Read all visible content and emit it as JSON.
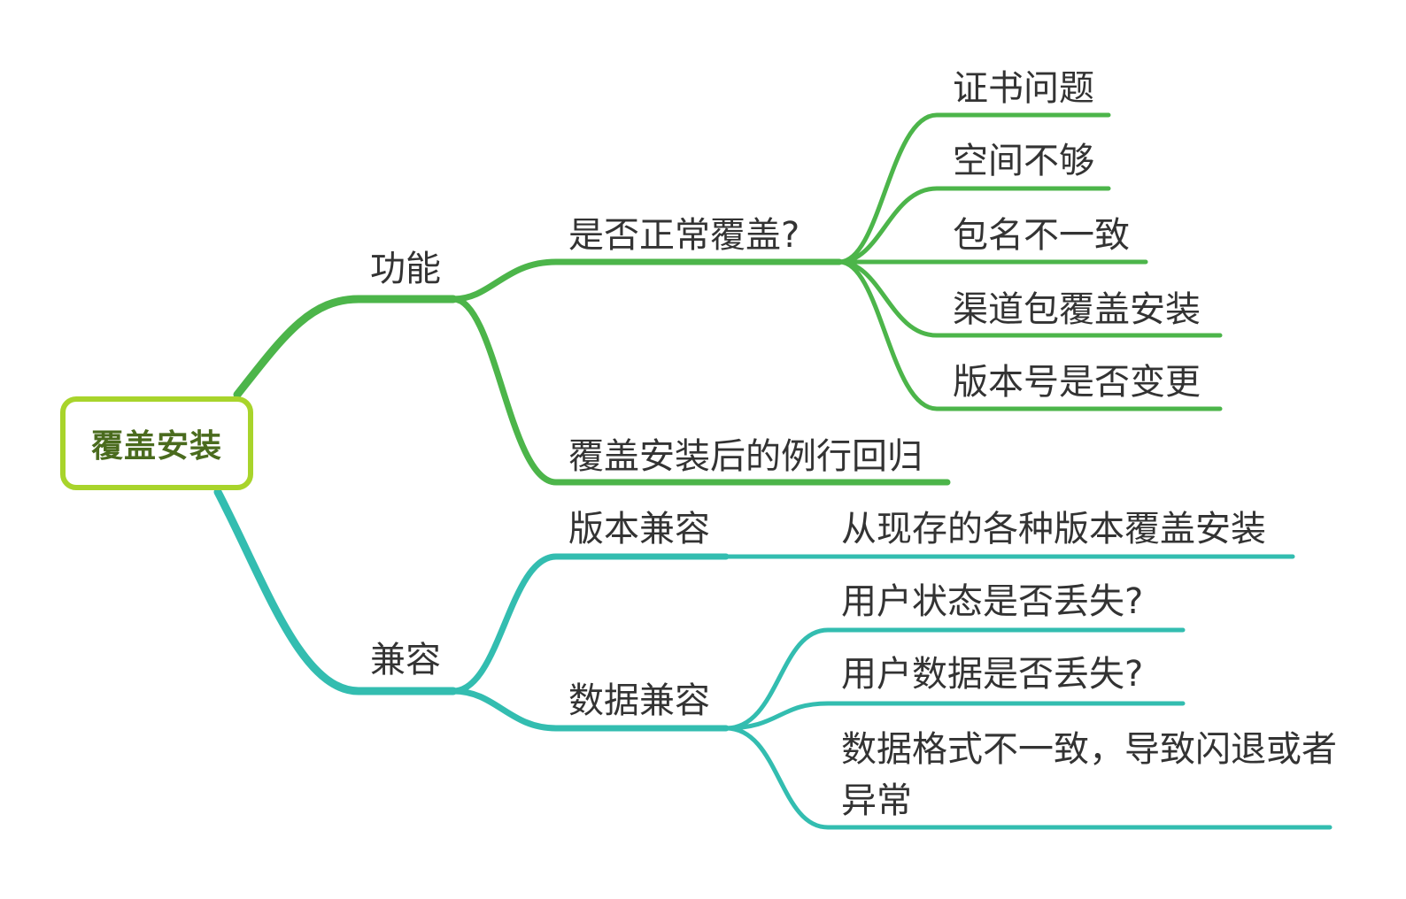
{
  "colors": {
    "root_border": "#a8d42b",
    "root_text": "#4a6b1e",
    "branch_function": "#4cb54a",
    "branch_compat": "#33bdb0",
    "label_text": "#333333"
  },
  "mindmap": {
    "root": "覆盖安装",
    "branches": {
      "function": {
        "label": "功能",
        "children": {
          "normal_cover": {
            "label": "是否正常覆盖?",
            "leaves": [
              "证书问题",
              "空间不够",
              "包名不一致",
              "渠道包覆盖安装",
              "版本号是否变更"
            ]
          },
          "regression": {
            "label": "覆盖安装后的例行回归"
          }
        }
      },
      "compat": {
        "label": "兼容",
        "children": {
          "version": {
            "label": "版本兼容",
            "leaves": [
              "从现存的各种版本覆盖安装"
            ]
          },
          "data": {
            "label": "数据兼容",
            "leaves": [
              "用户状态是否丢失?",
              "用户数据是否丢失?",
              "数据格式不一致，导致闪退或者异常"
            ]
          }
        }
      }
    }
  }
}
